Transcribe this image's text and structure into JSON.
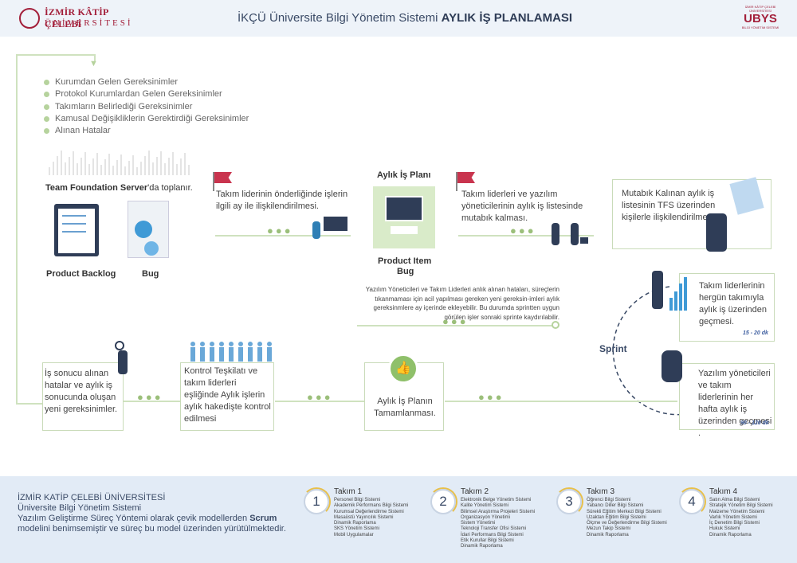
{
  "header": {
    "logo_line1": "İZMİR KÂTİP ÇELEBİ",
    "logo_line2": "ÜNİVERSİTESİ",
    "title_normal": "İKÇÜ  Üniversite Bilgi Yönetim Sistemi  ",
    "title_bold": "AYLIK İŞ PLANLAMASI",
    "ubys_small1": "İZMİR KÂTİP ÇELEBİ",
    "ubys_small2": "ÜNİVERSİTESİ",
    "ubys_big": "UBYS",
    "ubys_small3": "BİLGİ YÖNETİM SİSTEMİ"
  },
  "requirements": [
    "Kurumdan Gelen Gereksinimler",
    "Protokol Kurumlardan Gelen Gereksinimler",
    "Takımların Belirlediği Gereksinimler",
    "Kamusal Değişikliklerin Gerektirdiği Gereksinimler",
    "Alınan Hatalar"
  ],
  "tfs": {
    "bold": "Team Foundation Server",
    "rest": "'da toplanır."
  },
  "product_backlog": "Product Backlog",
  "bug": "Bug",
  "step1": "Takım liderinin önderliğinde işlerin ilgili ay ile ilişkilendirilmesi.",
  "monthly_plan": {
    "title": "Aylık İş Planı",
    "item1": "Product  Item",
    "item2": "Bug"
  },
  "step2": "Takım liderleri ve yazılım yöneticilerinin aylık iş listesinde mutabık kalması.",
  "step3": "Mutabık Kalınan  aylık iş listesinin TFS üzerinden kişilerle ilişkilendirilmesi.",
  "urgent_note": "Yazılım Yöneticileri ve Takım Liderleri anlık alınan hataları, süreçlerin tıkanmaması için acil yapılması gereken yeni gereksin-imleri aylık gereksinmlere ay içerinde ekleyebilir. Bu durumda sprintten uygun görülen işler sonraki sprinte kaydırılabilir.",
  "daily": {
    "text": "Takım liderlerinin hergün takımıyla aylık iş üzerinden geçmesi.",
    "time": "15 - 20 dk"
  },
  "sprint": "Sprint",
  "weekly": {
    "text": "Yazılım yöneticileri ve takım liderlerinin her hafta aylık iş üzerinden geçmesi .",
    "time": "90 - 120 dk"
  },
  "completed": "Aylık İş Planın Tamamlanması.",
  "control": "Kontrol Teşkilatı ve takım liderleri eşliğinde Aylık işlerin aylık hakedişte kontrol edilmesi",
  "result": "İş sonucu alınan hatalar ve aylık iş sonucunda oluşan yeni gereksinimler.",
  "footer": {
    "line1": "İZMİR KATİP ÇELEBİ ÜNİVERSİTESİ",
    "line2": "Üniversite Bilgi Yönetim Sistemi",
    "line3a": "Yazılım Geliştirme Süreç Yöntemi olarak çevik modellerden ",
    "line3b": "Scrum",
    "line4": "modelini benimsemiştir ve süreç bu model üzerinden yürütülmektedir."
  },
  "teams": [
    {
      "num": "1",
      "title": "Takım 1",
      "items": [
        "Personel Bilgi Sistemi",
        "Akademik Performans Bilgi Sistemi",
        "Kurumsal Değerlendirme Sistemi",
        "Masaüstü Yayıncılık Sistemi",
        "Dinamik Raporlama",
        "SKS Yönetim Sistemi",
        "Mobil Uygulamalar"
      ]
    },
    {
      "num": "2",
      "title": "Takım 2",
      "items": [
        "Elektronik Belge Yönetim Sistemi",
        "Kalite Yönetim Sistemi",
        "Bilimsel Araştırma Projeleri Sistemi",
        "Organizasyon Yönetimi",
        "Sistem Yönetimi",
        "Teknoloji Transfer Ofisi Sistemi",
        "İdari Performans Bilgi Sistemi",
        "Etik Kurullar Bilgi Sistemi",
        "Dinamik Raporlama"
      ]
    },
    {
      "num": "3",
      "title": "Takım 3",
      "items": [
        "Öğrenci Bilgi Sistemi",
        "Yabancı Diller Bilgi Sistemi",
        "Sürekli Eğitim Merkezi Bilgi Sistemi",
        "Uzaktan Eğitim Bilgi Sistemi",
        "Ölçme ve Değerlendirme Bilgi Sistemi",
        "Mezun Takip Sistemi",
        "Dinamik Raporlama"
      ]
    },
    {
      "num": "4",
      "title": "Takım 4",
      "items": [
        "Satın Alma Bilgi Sistemi",
        "Stratejik Yönetim Bilgi Sistemi",
        "Malzeme Yönetim Sistemi",
        "Varlık Yönetim Sistemi",
        "İç Denetim Bilgi Sistemi",
        "Hukuk Sistemi",
        "Dinamik Raporlama"
      ]
    }
  ],
  "colors": {
    "accent_green": "#b6d39d",
    "brand_red": "#a31f3a",
    "navy": "#2f3d57",
    "flag_red": "#c9344e"
  }
}
